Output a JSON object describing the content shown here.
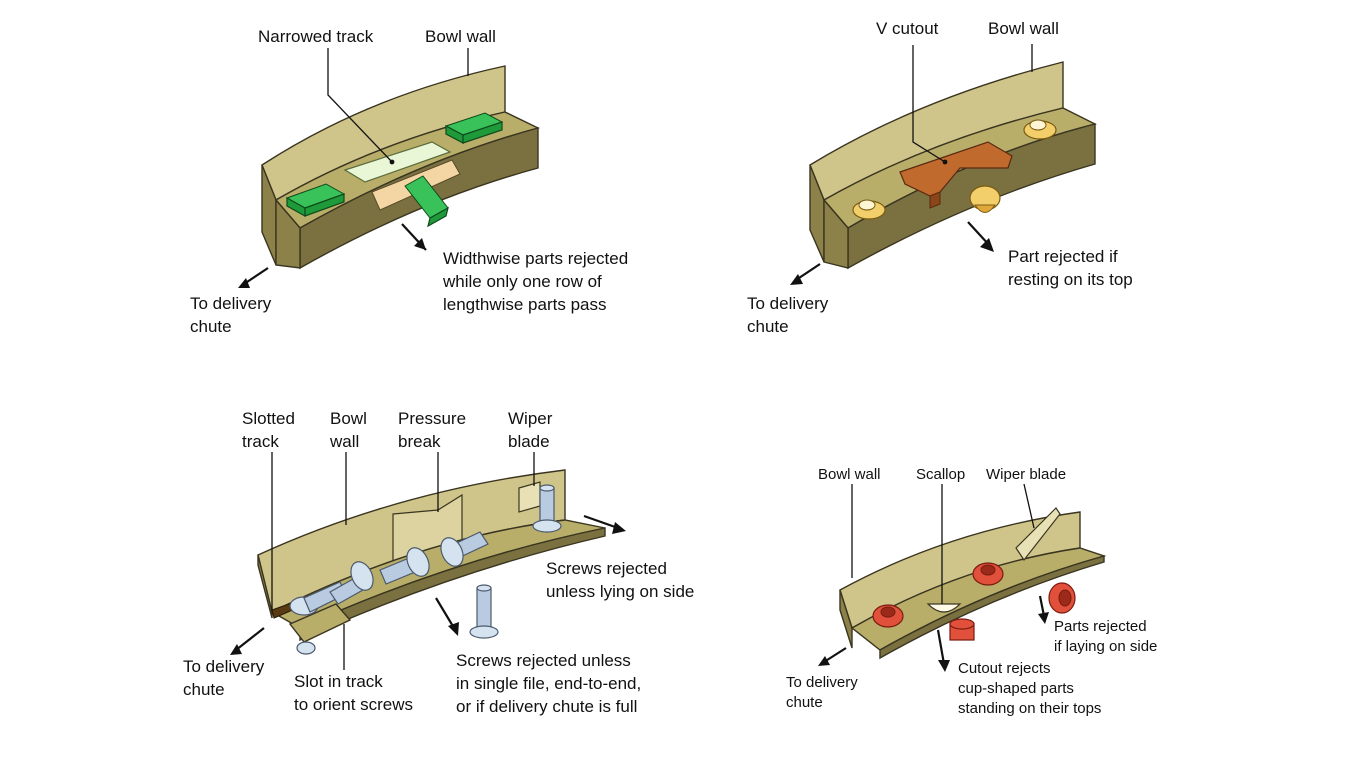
{
  "panels": {
    "narrowed_track": {
      "label_narrowed_track": "Narrowed track",
      "label_bowl_wall": "Bowl wall",
      "label_rejected": [
        "Widthwise parts rejected",
        "while only one row of",
        "lengthwise parts pass"
      ],
      "label_chute": [
        "To delivery",
        "chute"
      ]
    },
    "v_cutout": {
      "label_v_cutout": "V cutout",
      "label_bowl_wall": "Bowl wall",
      "label_rejected": [
        "Part rejected if",
        "resting on its top"
      ],
      "label_chute": [
        "To delivery",
        "chute"
      ]
    },
    "slotted_track": {
      "label_slotted_track": [
        "Slotted",
        "track"
      ],
      "label_bowl_wall": [
        "Bowl",
        "wall"
      ],
      "label_pressure_break": [
        "Pressure",
        "break"
      ],
      "label_wiper_blade": [
        "Wiper",
        "blade"
      ],
      "label_screws_side": [
        "Screws rejected",
        "unless lying on side"
      ],
      "label_chute": [
        "To delivery",
        "chute"
      ],
      "label_slot": [
        "Slot in track",
        "to orient screws"
      ],
      "label_screws_single": [
        "Screws rejected unless",
        "in single file, end-to-end,",
        "or if delivery chute is full"
      ]
    },
    "scallop": {
      "label_bowl_wall": "Bowl wall",
      "label_scallop": "Scallop",
      "label_wiper_blade": "Wiper blade",
      "label_parts_side": [
        "Parts rejected",
        "if laying on side"
      ],
      "label_chute": [
        "To delivery",
        "chute"
      ],
      "label_cutout": [
        "Cutout rejects",
        "cup-shaped parts",
        "standing on their tops"
      ]
    }
  }
}
